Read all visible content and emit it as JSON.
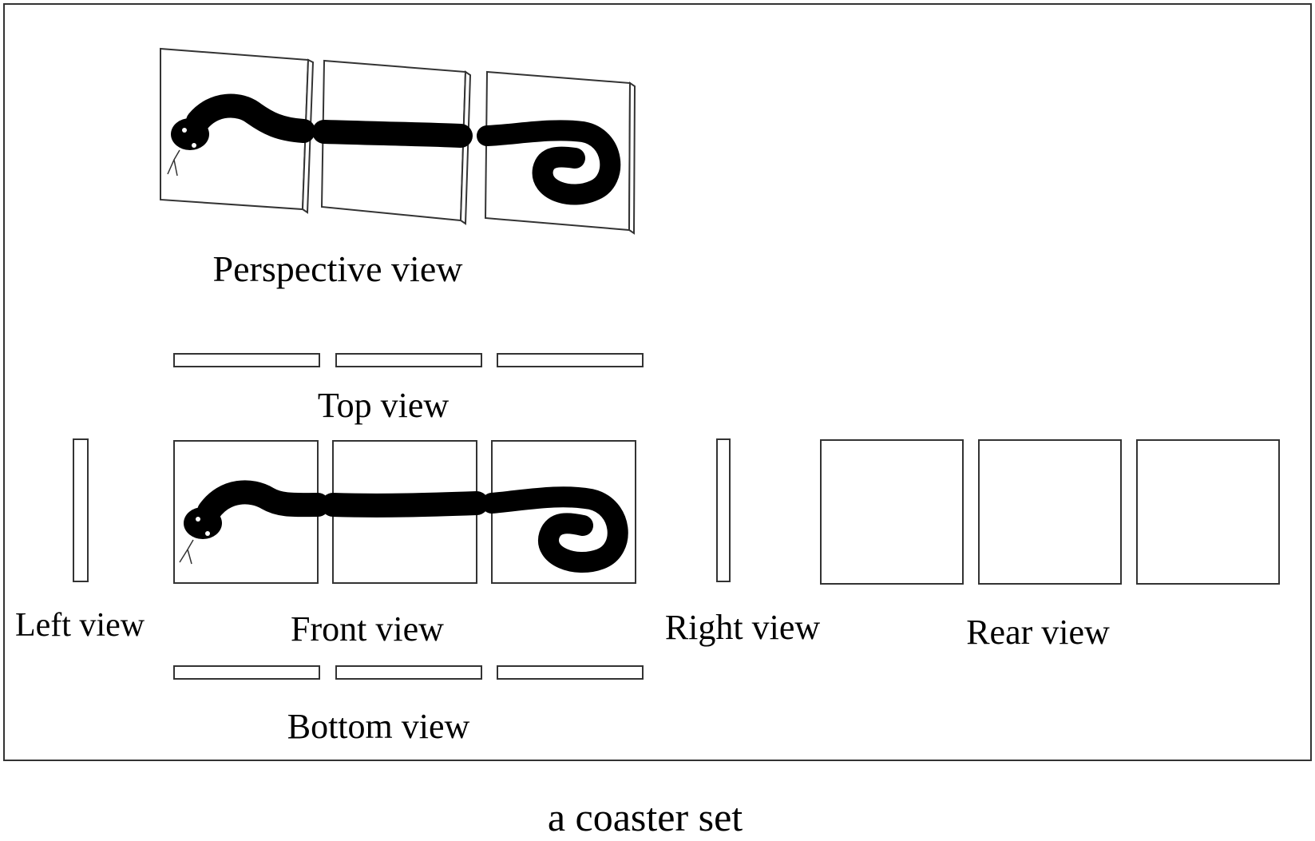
{
  "caption": "a coaster set",
  "views": {
    "perspective": "Perspective view",
    "top": "Top view",
    "left": "Left view",
    "front": "Front view",
    "right": "Right view",
    "rear": "Rear view",
    "bottom": "Bottom view"
  },
  "coaster_count": 3,
  "colors": {
    "line": "#333333",
    "fill": "#000000",
    "background": "#ffffff"
  }
}
